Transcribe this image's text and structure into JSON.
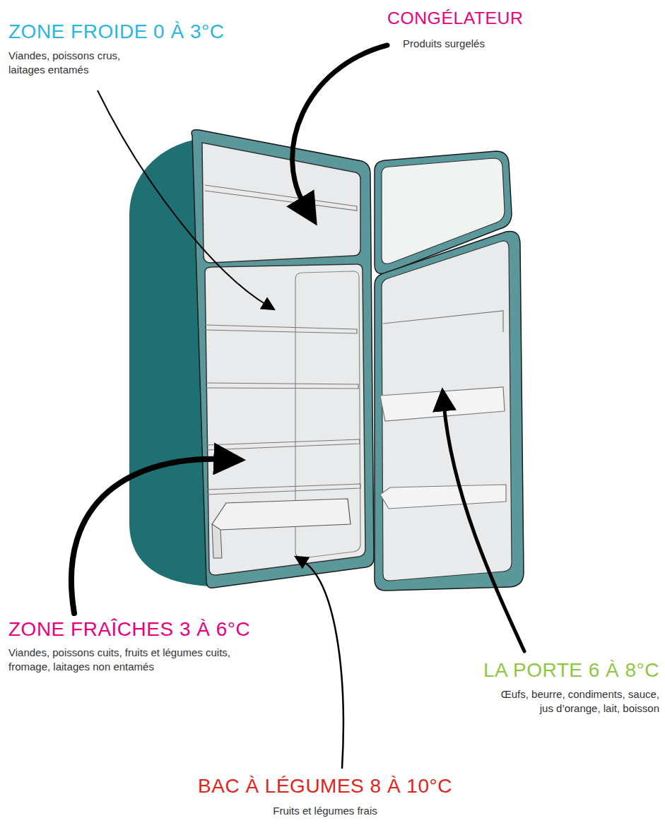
{
  "diagram": {
    "labels": [
      "CONGÉLATEUR",
      "Produits surgelés",
      "ZONE FROIDE 0 À 3°C",
      "Viandes, poissons crus, laitages entamés",
      "ZONE FRAÎCHES 3 À 6°C",
      "Viandes, poissons cuits, fruits et légumes cuits, fromage, laitages non entamés",
      "LA PORTE 6 À 8°C",
      "Œufs, beurre, condiments, sauce, jus d’orange, lait, boisson",
      "BAC À LÉGUMES 8 À 10°C",
      "Fruits et légumes frais"
    ]
  }
}
